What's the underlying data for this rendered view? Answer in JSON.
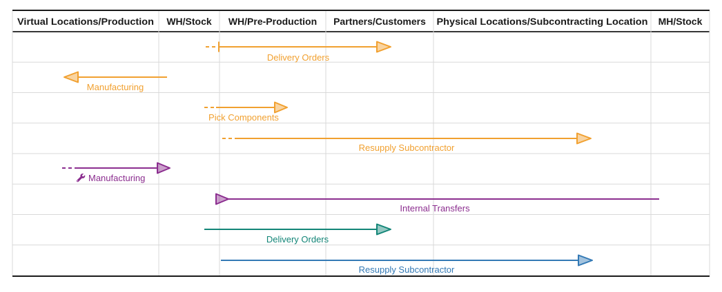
{
  "colors": {
    "border": "#1a1a1a",
    "grid": "#d9d9d9",
    "header_text": "#1a1a1a"
  },
  "diagram": {
    "columns": [
      "Virtual Locations/Production",
      "WH/Stock",
      "WH/Pre-Production",
      "Partners/Customers",
      "Physical Locations/Subcontracting Location",
      "MH/Stock"
    ],
    "arrows": [
      {
        "label": "Delivery Orders",
        "color": "#f1a02f",
        "direction": "right",
        "start": "dashed-with-tick"
      },
      {
        "label": "Manufacturing",
        "color": "#f1a02f",
        "direction": "left",
        "start": "solid"
      },
      {
        "label": "Pick Components",
        "color": "#f1a02f",
        "direction": "right",
        "start": "dashed"
      },
      {
        "label": "Resupply Subcontractor",
        "color": "#f1a02f",
        "direction": "right",
        "start": "dashed"
      },
      {
        "label": "Manufacturing",
        "color": "#8b2d8f",
        "direction": "right",
        "start": "dashed",
        "icon": "wrench-icon"
      },
      {
        "label": "Internal Transfers",
        "color": "#8b2d8f",
        "direction": "right",
        "start": "arrowhead"
      },
      {
        "label": "Delivery Orders",
        "color": "#128577",
        "direction": "right",
        "start": "solid"
      },
      {
        "label": "Resupply Subcontractor",
        "color": "#3379b5",
        "direction": "right",
        "start": "solid"
      }
    ]
  }
}
